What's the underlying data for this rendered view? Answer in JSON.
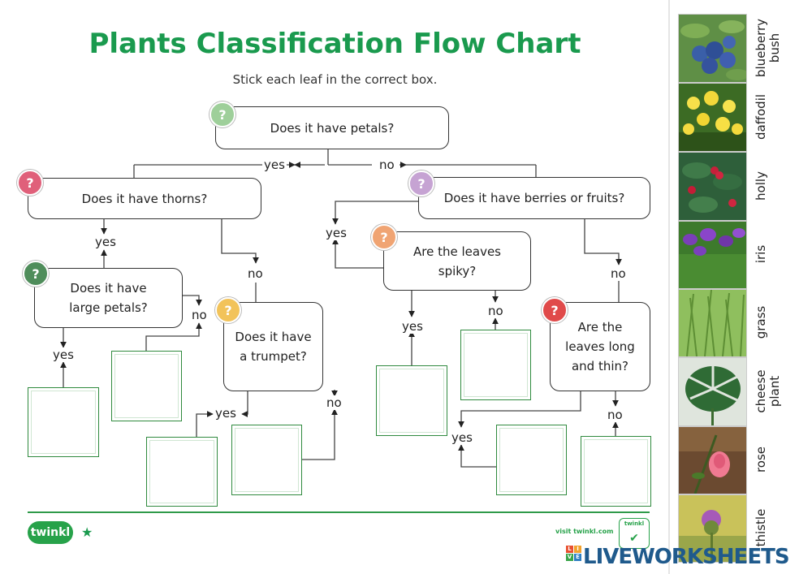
{
  "title": "Plants Classification Flow Chart",
  "subtitle": "Stick each leaf in the correct box.",
  "questions": {
    "petals": "Does it have petals?",
    "thorns": "Does it have thorns?",
    "berries": "Does it have berries or fruits?",
    "large_petals": "Does it have large petals?",
    "trumpet": "Does it have a trumpet?",
    "spiky": "Are the leaves spiky?",
    "long_thin": "Are the leaves long and thin?"
  },
  "labels": {
    "yes": "yes",
    "no": "no"
  },
  "qmark": "?",
  "colors": {
    "title": "#1a9a4e",
    "q_petals": "#9ecf9a",
    "q_thorns": "#e0607a",
    "q_berries": "#c6a3d3",
    "q_large_petals": "#4f8d5b",
    "q_trumpet": "#f2c35a",
    "q_spiky": "#f0a473",
    "q_long_thin": "#e04a4a"
  },
  "plants": [
    {
      "label": "blueberry bush",
      "icon": "blueberry-photo"
    },
    {
      "label": "daffodil",
      "icon": "daffodil-photo"
    },
    {
      "label": "holly",
      "icon": "holly-photo"
    },
    {
      "label": "iris",
      "icon": "iris-photo"
    },
    {
      "label": "grass",
      "icon": "grass-photo"
    },
    {
      "label": "cheese plant",
      "icon": "cheese-plant-photo"
    },
    {
      "label": "rose",
      "icon": "rose-photo"
    },
    {
      "label": "thistle",
      "icon": "thistle-photo"
    }
  ],
  "footer": {
    "logo": "twinkl",
    "visit": "visit twinkl.com",
    "badge": "twinkl"
  },
  "watermark": {
    "text": "LIVEWORKSHEETS",
    "letters": [
      "L",
      "I",
      "V",
      "E"
    ]
  }
}
